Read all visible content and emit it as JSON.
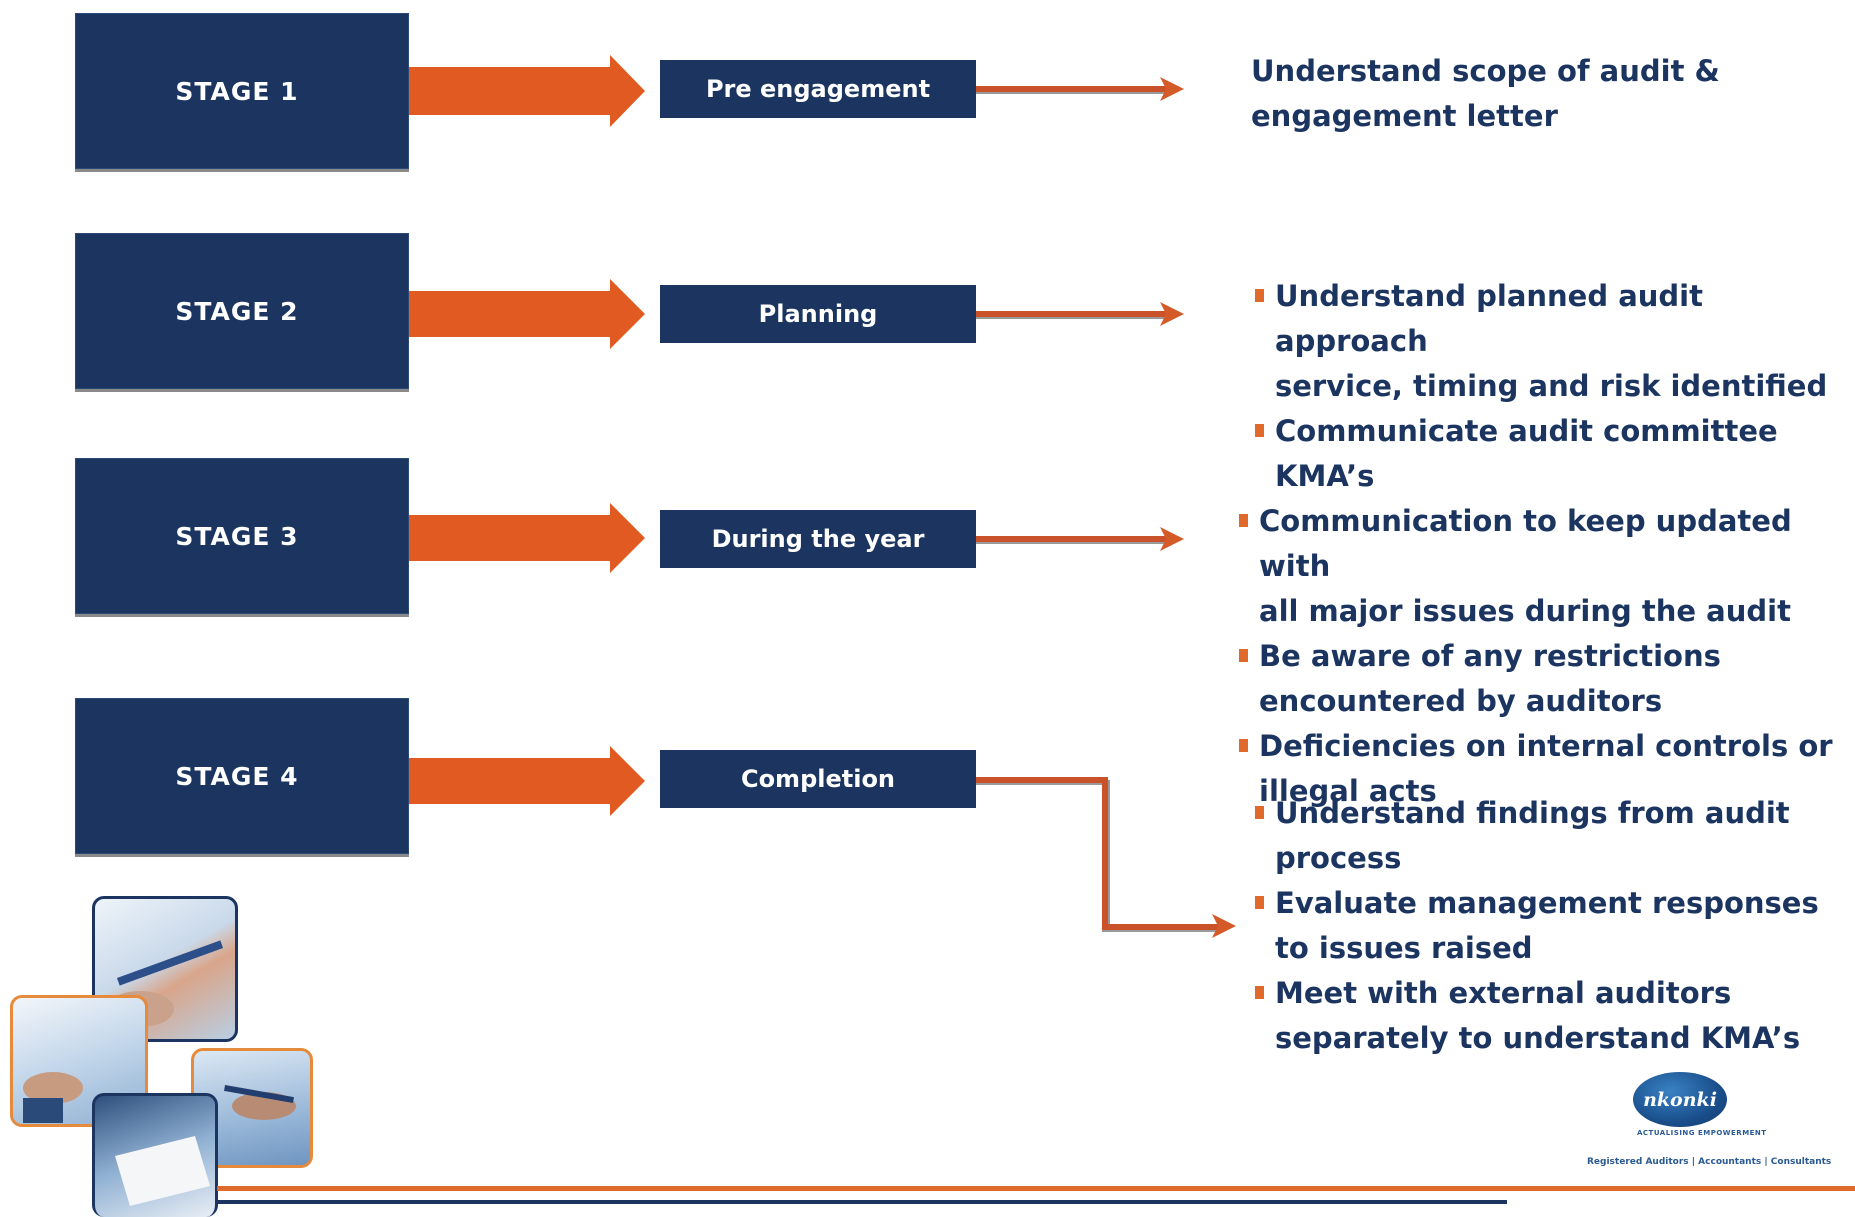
{
  "stages": [
    {
      "label": "STAGE 1",
      "phase": "Pre engagement"
    },
    {
      "label": "STAGE 2",
      "phase": "Planning"
    },
    {
      "label": "STAGE 3",
      "phase": "During the year"
    },
    {
      "label": "STAGE 4",
      "phase": "Completion"
    }
  ],
  "notes": {
    "stage1": {
      "lines": [
        "Understand scope of audit &",
        "engagement letter"
      ]
    },
    "stage2": {
      "items": [
        [
          "Understand planned audit approach",
          "service, timing and risk identified"
        ],
        [
          "Communicate  audit committee",
          "KMA’s"
        ]
      ]
    },
    "stage3": {
      "items": [
        [
          "Communication to keep  updated with",
          "all major issues during the audit"
        ],
        [
          "Be aware of any restrictions",
          "encountered by auditors"
        ],
        [
          "Deficiencies on internal controls or",
          "illegal acts"
        ]
      ]
    },
    "stage4": {
      "items": [
        [
          "Understand findings from audit",
          "process"
        ],
        [
          "Evaluate management responses",
          "to issues raised"
        ],
        [
          "Meet with external auditors",
          "separately to understand KMA’s"
        ]
      ]
    }
  },
  "logo": {
    "name": "nkonki",
    "tagline": "ACTUALISING EMPOWERMENT",
    "footer": "Registered Auditors | Accountants | Consultants"
  },
  "colors": {
    "navy": "#1b3560",
    "orange": "#e06a2c"
  }
}
